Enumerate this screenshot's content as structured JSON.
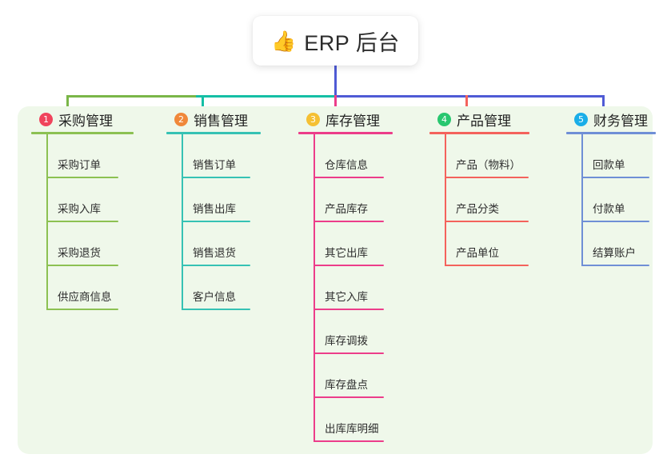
{
  "root": {
    "icon": "thumbs-up-icon",
    "emoji": "👍",
    "title": "ERP 后台"
  },
  "panel": {
    "background_color": "#eff8ea"
  },
  "connector_colors": {
    "spine": "#4f5bd5",
    "bar_left": "#7ab648",
    "bar_mid": "#15bfa5",
    "bar_right": "#4f5bd5",
    "drop_1": "#7ab648",
    "drop_2": "#15bfa5",
    "drop_3": "#ec3d8a",
    "drop_4": "#f4625c",
    "drop_5": "#4f5bd5"
  },
  "columns": [
    {
      "index": "1",
      "badge_label": "1",
      "badge_color": "#f0445c",
      "accent_color": "#8cc152",
      "title": "采购管理",
      "items": [
        {
          "label": "采购订单"
        },
        {
          "label": "采购入库"
        },
        {
          "label": "采购退货"
        },
        {
          "label": "供应商信息"
        }
      ]
    },
    {
      "index": "2",
      "badge_label": "2",
      "badge_color": "#f0883a",
      "accent_color": "#36c2b4",
      "title": "销售管理",
      "items": [
        {
          "label": "销售订单"
        },
        {
          "label": "销售出库"
        },
        {
          "label": "销售退货"
        },
        {
          "label": "客户信息"
        }
      ]
    },
    {
      "index": "3",
      "badge_label": "3",
      "badge_color": "#f5c033",
      "accent_color": "#ec3d8a",
      "title": "库存管理",
      "items": [
        {
          "label": "仓库信息"
        },
        {
          "label": "产品库存"
        },
        {
          "label": "其它出库"
        },
        {
          "label": "其它入库"
        },
        {
          "label": "库存调拨"
        },
        {
          "label": "库存盘点"
        },
        {
          "label": "出库库明细"
        }
      ]
    },
    {
      "index": "4",
      "badge_label": "4",
      "badge_color": "#28c76f",
      "accent_color": "#f4625c",
      "title": "产品管理",
      "items": [
        {
          "label": "产品（物料）"
        },
        {
          "label": "产品分类"
        },
        {
          "label": "产品单位"
        }
      ]
    },
    {
      "index": "5",
      "badge_label": "5",
      "badge_color": "#1aaee8",
      "accent_color": "#6f8fd6",
      "title": "财务管理",
      "items": [
        {
          "label": "回款单"
        },
        {
          "label": "付款单"
        },
        {
          "label": "结算账户"
        }
      ]
    }
  ]
}
